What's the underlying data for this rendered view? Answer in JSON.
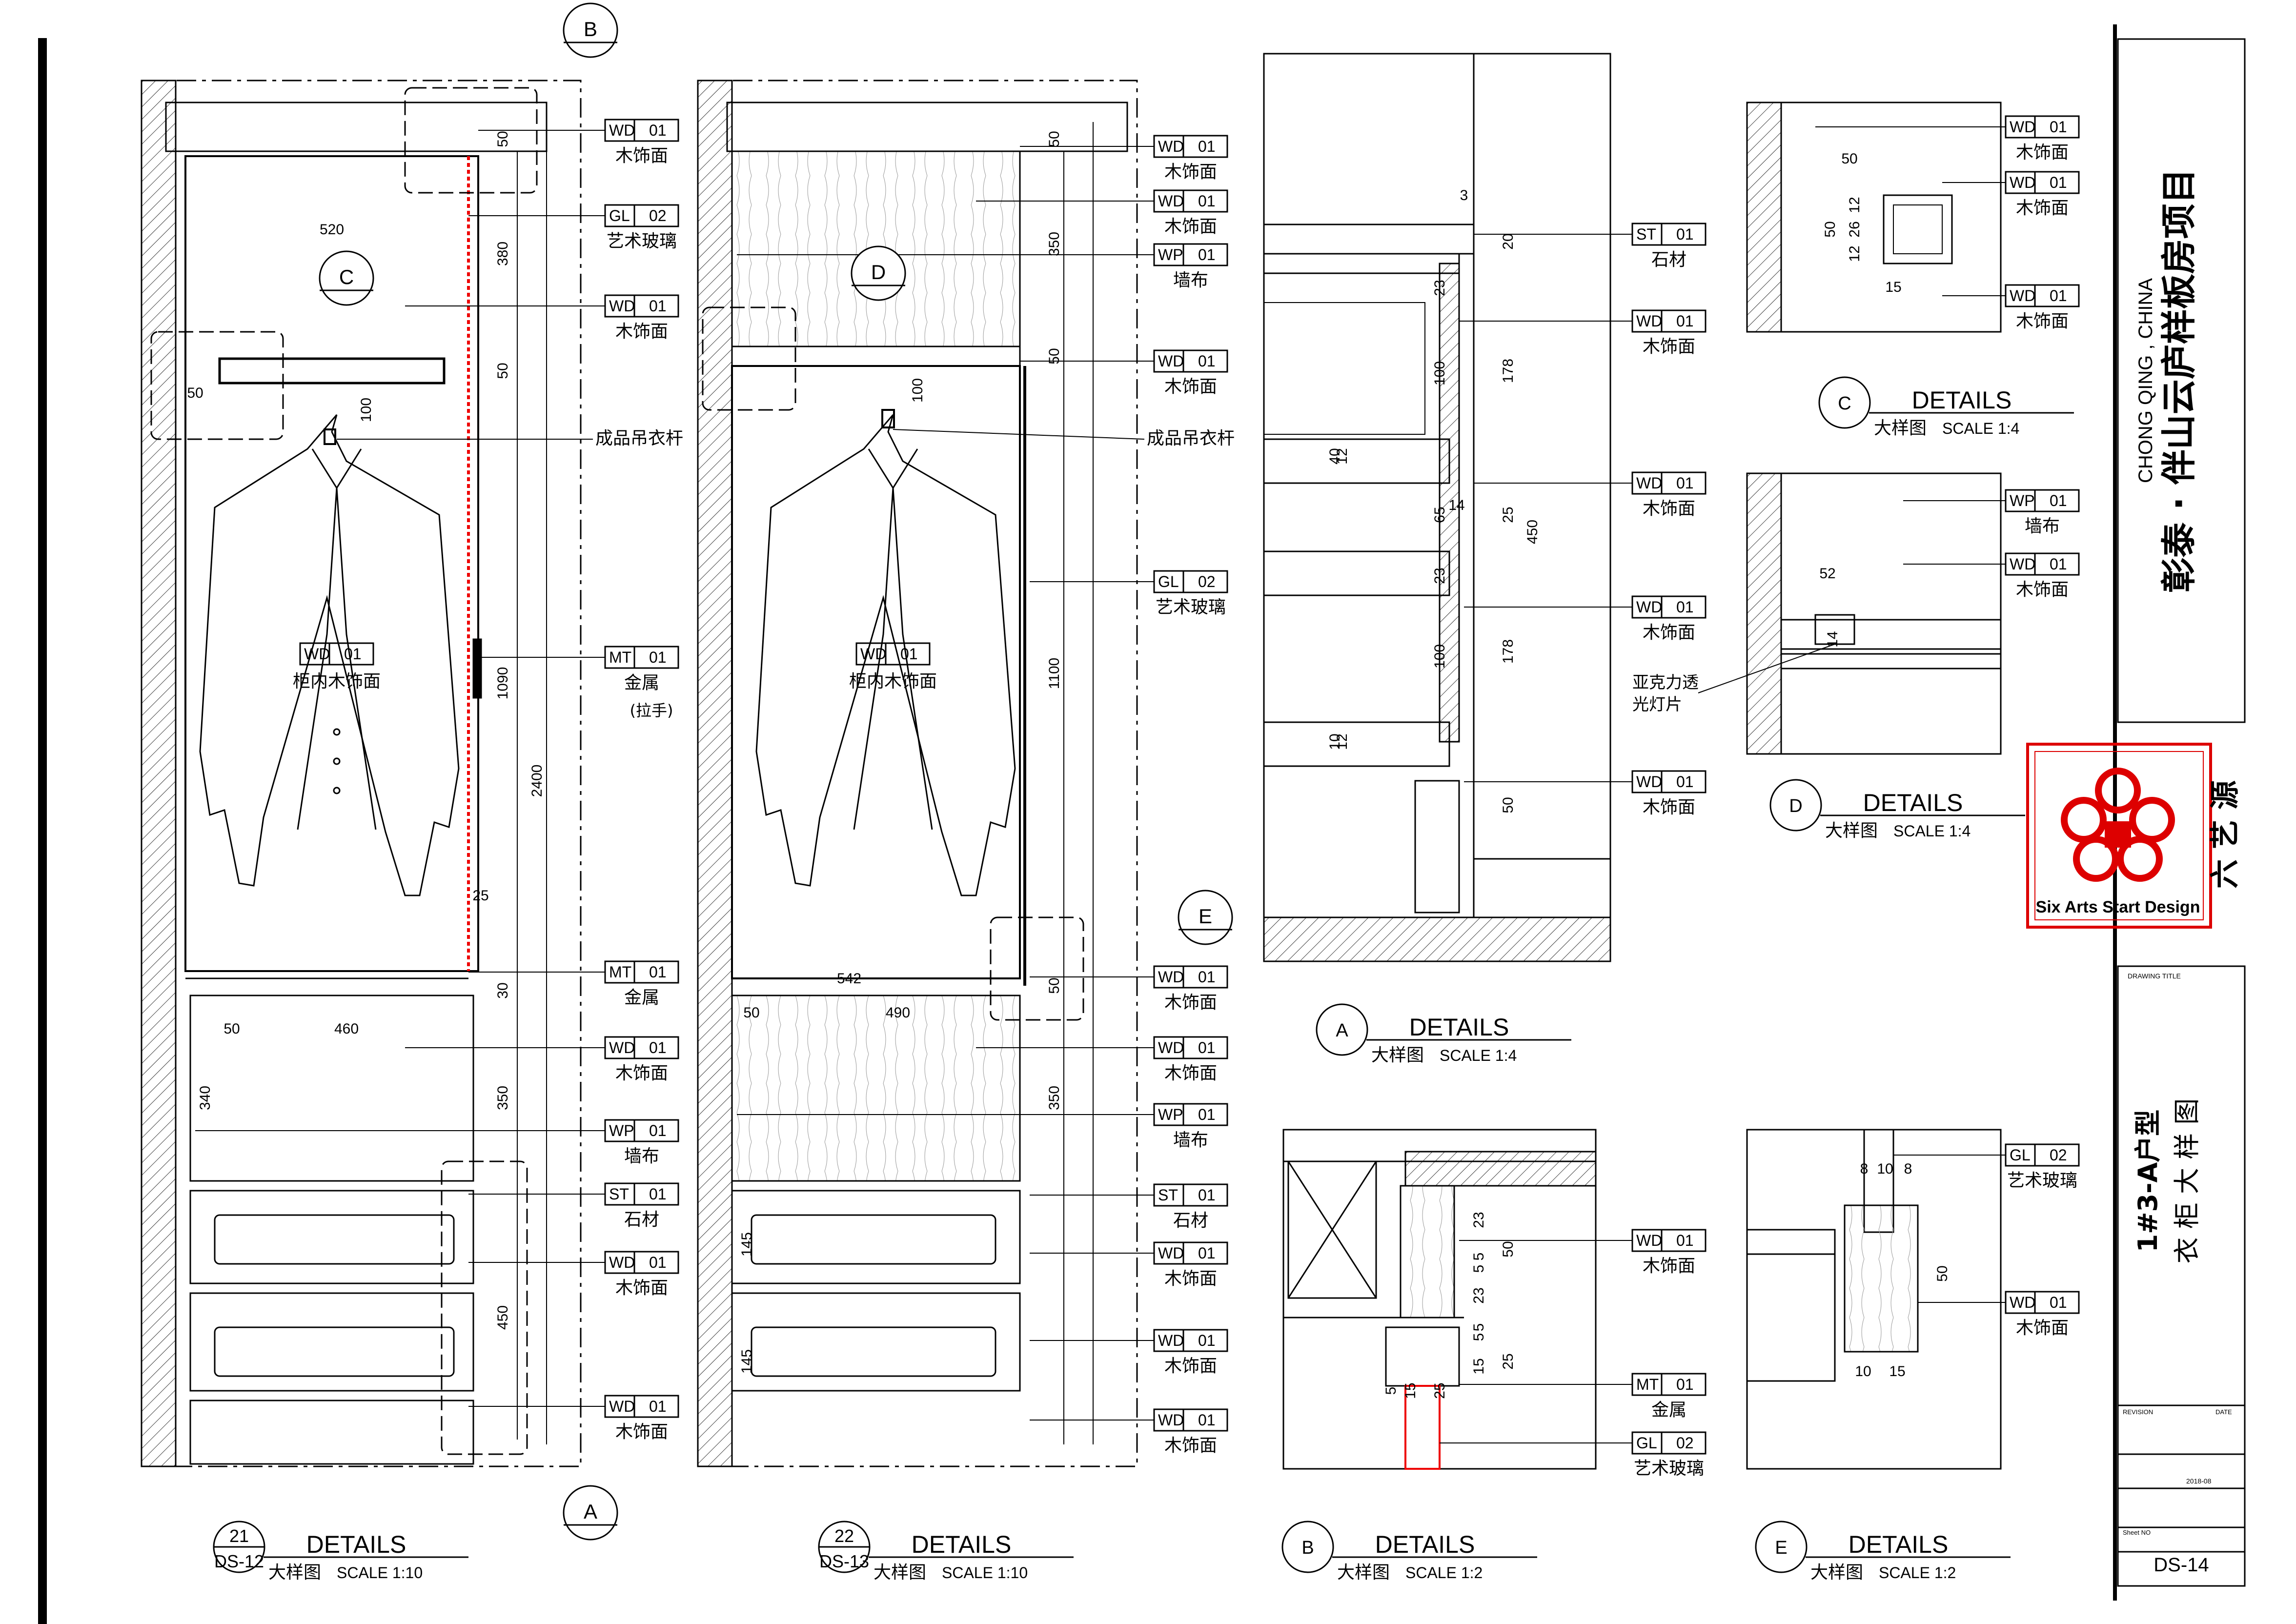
{
  "project": {
    "title": "彰泰 · 伴山云庐样板房项目",
    "subtitle": "CHONG QING , CHINA"
  },
  "logo": {
    "vertical_text": "六 艺 源",
    "english": "Six Arts Start Design"
  },
  "sheet": {
    "drawing_title_label": "DRAWING TITLE",
    "title_line1": "1#3-A户型",
    "title_line2": "衣 柜 大 样 图",
    "revision_label": "REVISION",
    "date_label": "DATE",
    "date_value": "2018-08",
    "sheet_no_label": "Sheet NO",
    "sheet_no": "DS-14"
  },
  "details": [
    {
      "id": "21",
      "ref": "DS-12",
      "title": "DETAILS",
      "sub": "大样图",
      "scale": "SCALE 1:10"
    },
    {
      "id": "22",
      "ref": "DS-13",
      "title": "DETAILS",
      "sub": "大样图",
      "scale": "SCALE 1:10"
    },
    {
      "id": "A",
      "title": "DETAILS",
      "sub": "大样图",
      "scale": "SCALE 1:4"
    },
    {
      "id": "B",
      "title": "DETAILS",
      "sub": "大样图",
      "scale": "SCALE 1:2"
    },
    {
      "id": "C",
      "title": "DETAILS",
      "sub": "大样图",
      "scale": "SCALE 1:4"
    },
    {
      "id": "D",
      "title": "DETAILS",
      "sub": "大样图",
      "scale": "SCALE 1:4"
    },
    {
      "id": "E",
      "title": "DETAILS",
      "sub": "大样图",
      "scale": "SCALE 1:2"
    }
  ],
  "callouts": [
    "A",
    "B",
    "C",
    "D",
    "E"
  ],
  "materials": {
    "WD01": {
      "code": "WD",
      "num": "01",
      "name": "木饰面"
    },
    "GL02": {
      "code": "GL",
      "num": "02",
      "name": "艺术玻璃"
    },
    "MT01": {
      "code": "MT",
      "num": "01",
      "name": "金属"
    },
    "WP01": {
      "code": "WP",
      "num": "01",
      "name": "墙布"
    },
    "ST01": {
      "code": "ST",
      "num": "01",
      "name": "石材"
    }
  },
  "labels": {
    "cabinet_inner": "柜内木饰面",
    "hanger_rod": "成品吊衣杆",
    "handle": "(拉手)",
    "acrylic_line1": "亚克力透",
    "acrylic_line2": "光灯片"
  },
  "dims": {
    "d21": [
      "50",
      "380",
      "520",
      "50",
      "100",
      "50",
      "1090",
      "2400",
      "25",
      "30",
      "460",
      "50",
      "340",
      "350",
      "450"
    ],
    "d22": [
      "50",
      "350",
      "50",
      "100",
      "1100",
      "542",
      "50",
      "490",
      "50",
      "350",
      "145",
      "145"
    ],
    "dA": [
      "3",
      "20",
      "23",
      "100",
      "178",
      "40",
      "12",
      "65",
      "25",
      "14",
      "450",
      "23",
      "100",
      "178",
      "10",
      "12",
      "50"
    ],
    "dB": [
      "23",
      "5",
      "5",
      "50",
      "23",
      "5",
      "5",
      "15",
      "25",
      "5",
      "15",
      "25"
    ],
    "dC": [
      "50",
      "12",
      "26",
      "12",
      "50",
      "15"
    ],
    "dD": [
      "52",
      "14"
    ],
    "dE": [
      "8",
      "10",
      "8",
      "50",
      "10",
      "15"
    ]
  }
}
